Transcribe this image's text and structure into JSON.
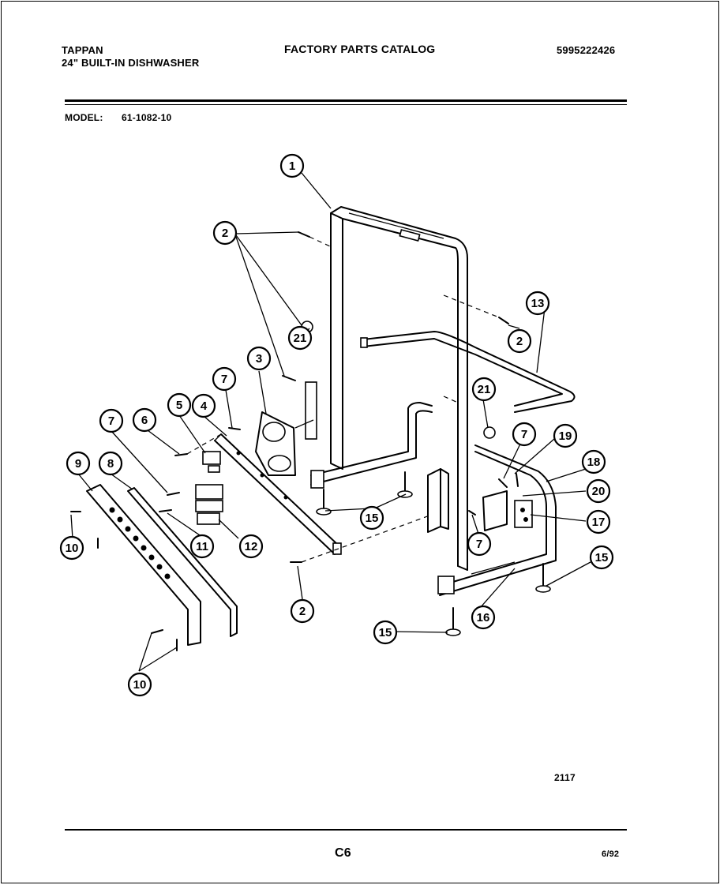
{
  "header": {
    "brand": "TAPPAN",
    "product": "24\" BUILT-IN DISHWASHER",
    "catalog_title": "FACTORY PARTS CATALOG",
    "catalog_number": "5995222426",
    "model_label": "MODEL:",
    "model_number": "61-1082-10"
  },
  "diagram": {
    "callouts": [
      {
        "id": "c1",
        "label": "1"
      },
      {
        "id": "c2a",
        "label": "2"
      },
      {
        "id": "c2b",
        "label": "2"
      },
      {
        "id": "c2c",
        "label": "2"
      },
      {
        "id": "c3",
        "label": "3"
      },
      {
        "id": "c4",
        "label": "4"
      },
      {
        "id": "c5",
        "label": "5"
      },
      {
        "id": "c6",
        "label": "6"
      },
      {
        "id": "c7a",
        "label": "7"
      },
      {
        "id": "c7b",
        "label": "7"
      },
      {
        "id": "c7c",
        "label": "7"
      },
      {
        "id": "c7d",
        "label": "7"
      },
      {
        "id": "c8",
        "label": "8"
      },
      {
        "id": "c9",
        "label": "9"
      },
      {
        "id": "c10a",
        "label": "10"
      },
      {
        "id": "c10b",
        "label": "10"
      },
      {
        "id": "c11",
        "label": "11"
      },
      {
        "id": "c12",
        "label": "12"
      },
      {
        "id": "c13",
        "label": "13"
      },
      {
        "id": "c15a",
        "label": "15"
      },
      {
        "id": "c15b",
        "label": "15"
      },
      {
        "id": "c15c",
        "label": "15"
      },
      {
        "id": "c16",
        "label": "16"
      },
      {
        "id": "c17",
        "label": "17"
      },
      {
        "id": "c18",
        "label": "18"
      },
      {
        "id": "c19",
        "label": "19"
      },
      {
        "id": "c20",
        "label": "20"
      },
      {
        "id": "c21a",
        "label": "21"
      },
      {
        "id": "c21b",
        "label": "21"
      }
    ],
    "drawing_number": "2117"
  },
  "footer": {
    "page_code": "C6",
    "date": "6/92"
  }
}
